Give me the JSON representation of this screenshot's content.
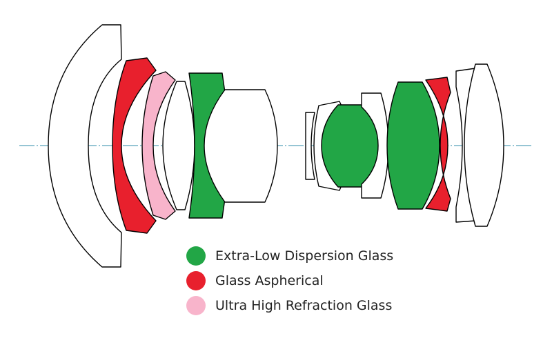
{
  "colors": {
    "extra_low_dispersion": "#22a646",
    "aspherical": "#e8202d",
    "ultra_high_refraction": "#f8b4cb",
    "plain_glass": "#ffffff",
    "optical_axis": "#2e8ba8"
  },
  "legend": [
    {
      "key": "extra_low_dispersion",
      "label": "Extra-Low Dispersion Glass",
      "color": "#22a646"
    },
    {
      "key": "aspherical",
      "label": "Glass Aspherical",
      "color": "#e8202d"
    },
    {
      "key": "ultra_high_refraction",
      "label": "Ultra High Refraction Glass",
      "color": "#f8b4cb"
    }
  ],
  "elements": [
    {
      "name": "front-meniscus-lens",
      "glass": "plain_glass"
    },
    {
      "name": "aspherical-lens-1",
      "glass": "aspherical"
    },
    {
      "name": "ultra-high-refraction-lens",
      "glass": "ultra_high_refraction"
    },
    {
      "name": "plain-lens-2",
      "glass": "plain_glass"
    },
    {
      "name": "extra-low-dispersion-lens-1",
      "glass": "extra_low_dispersion"
    },
    {
      "name": "plain-lens-3",
      "glass": "plain_glass"
    },
    {
      "name": "plain-lens-4",
      "glass": "plain_glass"
    },
    {
      "name": "plain-lens-5",
      "glass": "plain_glass"
    },
    {
      "name": "extra-low-dispersion-lens-2",
      "glass": "extra_low_dispersion"
    },
    {
      "name": "plain-lens-6",
      "glass": "plain_glass"
    },
    {
      "name": "extra-low-dispersion-lens-3",
      "glass": "extra_low_dispersion"
    },
    {
      "name": "aspherical-lens-2",
      "glass": "aspherical"
    },
    {
      "name": "plain-lens-7",
      "glass": "plain_glass"
    },
    {
      "name": "rear-lens",
      "glass": "plain_glass"
    }
  ]
}
